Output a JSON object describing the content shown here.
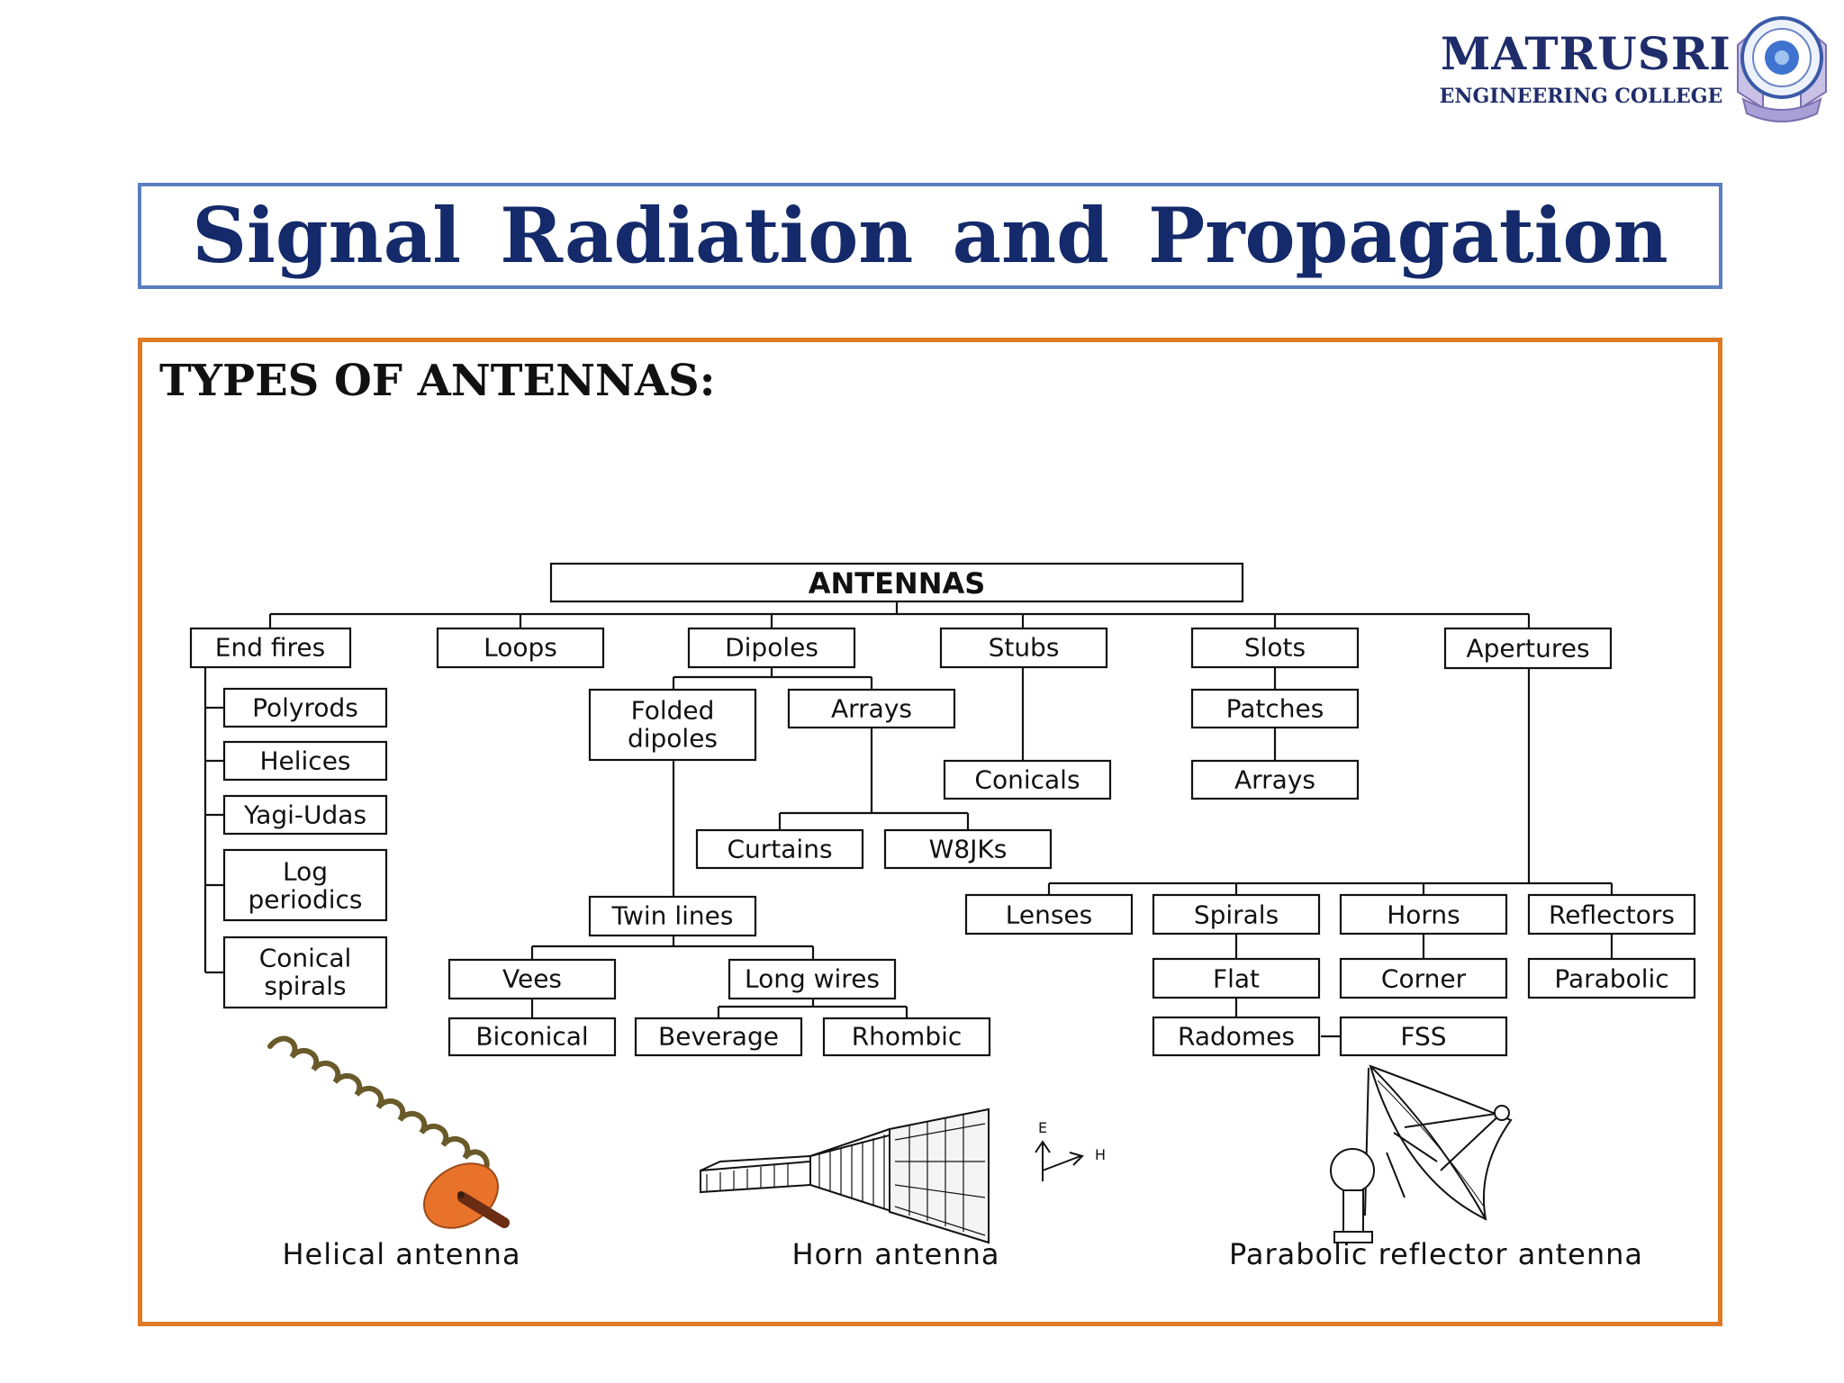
{
  "header": {
    "logo_name": "MATRUSRI",
    "logo_subtitle": "ENGINEERING COLLEGE",
    "emblem_icon": "college-emblem-icon",
    "title": "Signal  Radiation  and  Propagation"
  },
  "content": {
    "heading": "TYPES OF ANTENNAS:"
  },
  "diagram": {
    "root": "ANTENNAS",
    "nodes": {
      "end_fires": "End fires",
      "loops": "Loops",
      "dipoles": "Dipoles",
      "stubs": "Stubs",
      "slots": "Slots",
      "apertures": "Apertures",
      "polyrods": "Polyrods",
      "helices": "Helices",
      "yagi_udas": "Yagi-Udas",
      "log_periodics_1": "Log",
      "log_periodics_2": "periodics",
      "conical_spirals_1": "Conical",
      "conical_spirals_2": "spirals",
      "folded_dipoles_1": "Folded",
      "folded_dipoles_2": "dipoles",
      "dipole_arrays": "Arrays",
      "conicals": "Conicals",
      "patches": "Patches",
      "slot_arrays": "Arrays",
      "curtains": "Curtains",
      "w8jks": "W8JKs",
      "twin_lines": "Twin lines",
      "lenses": "Lenses",
      "spirals": "Spirals",
      "horns": "Horns",
      "reflectors": "Reflectors",
      "vees": "Vees",
      "long_wires": "Long wires",
      "flat": "Flat",
      "corner": "Corner",
      "parabolic": "Parabolic",
      "biconical": "Biconical",
      "beverage": "Beverage",
      "rhombic": "Rhombic",
      "radomes": "Radomes",
      "fss": "FSS"
    },
    "illustrations": {
      "helical_caption": "Helical antenna",
      "horn_caption": "Horn antenna",
      "parabolic_caption": "Parabolic reflector antenna",
      "field_e": "E",
      "field_h": "H",
      "helix_color": "#e9722a"
    }
  }
}
